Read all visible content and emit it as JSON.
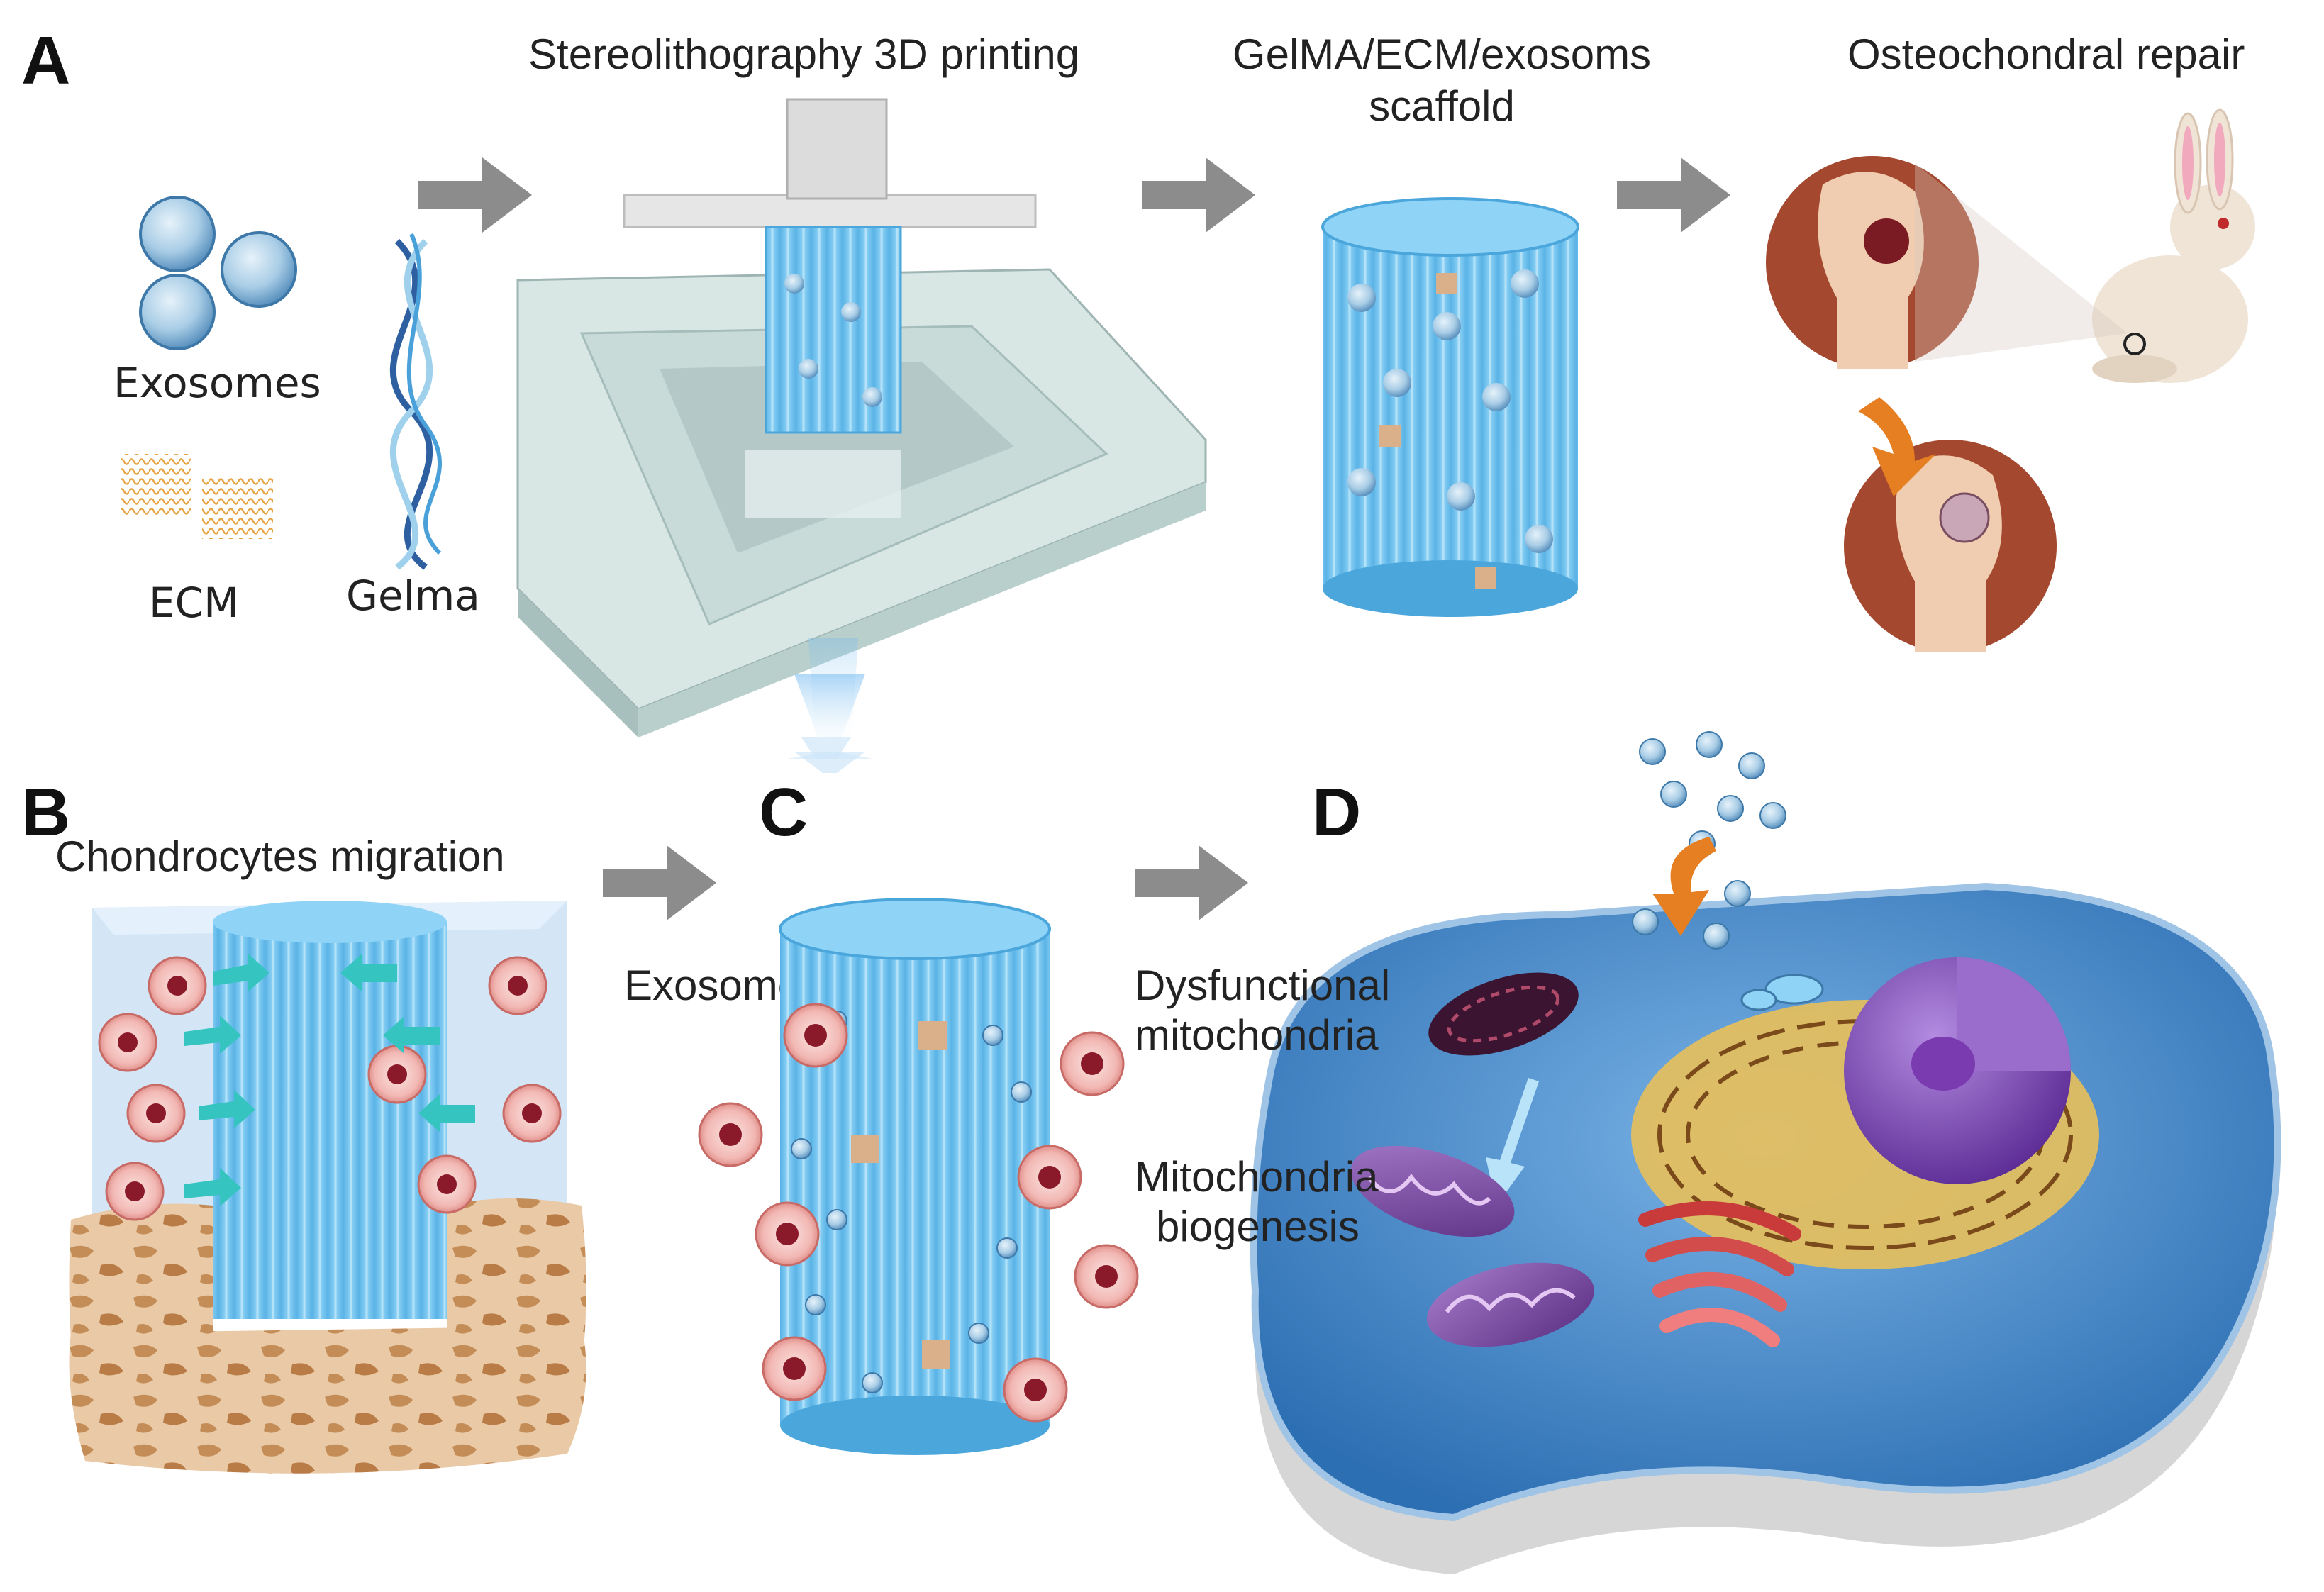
{
  "panels": {
    "a": {
      "letter": "A",
      "materials": {
        "exosomes": "Exosomes",
        "ecm": "ECM",
        "gelma": "Gelma"
      },
      "step1": "Stereolithography 3D printing",
      "step2_line1": "GelMA/ECM/exosoms",
      "step2_line2": "scaffold",
      "step3": "Osteochondral repair"
    },
    "b": {
      "letter": "B",
      "caption": "Chondrocytes migration"
    },
    "c": {
      "letter": "C",
      "caption": "Exosomes releasing"
    },
    "d": {
      "letter": "D",
      "label1_line1": "Dysfunctional",
      "label1_line2": "mitochondria",
      "label2_line1": "Mitochondria",
      "label2_line2": "biogenesis"
    }
  },
  "colors": {
    "arrow": "#8c8c8c",
    "scaffold": "#6fc2ee",
    "exosome": "#b8d6ea",
    "ecm": "#e7a445",
    "cell": "#f2b8b4",
    "nucleus": "#8a1a2a",
    "bone": "#c9a27a",
    "cytoplasm": "#4f8fcf",
    "joint_disc": "#a4492f"
  }
}
